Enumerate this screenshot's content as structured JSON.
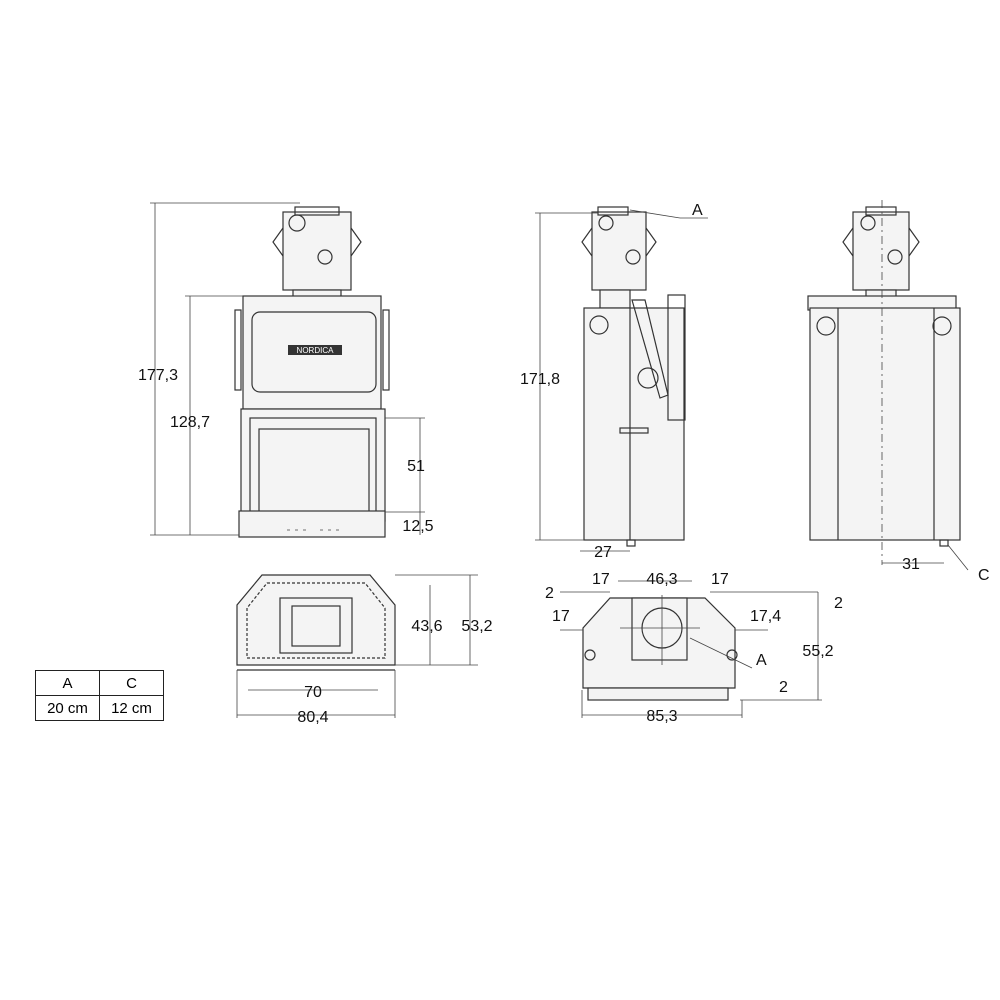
{
  "front_view": {
    "dims": {
      "total_height": "177,3",
      "body_height": "128,7",
      "door_height": "51",
      "base_height": "12,5"
    },
    "badge": "NORDICA"
  },
  "side_view": {
    "dims": {
      "total_height": "171,8",
      "offset": "27"
    },
    "callout": "A"
  },
  "back_view": {
    "dims": {
      "offset": "31"
    },
    "callout": "C"
  },
  "plan_front": {
    "dims": {
      "depth_inner": "43,6",
      "depth_total": "53,2",
      "width_inner": "70",
      "width_total": "80,4"
    }
  },
  "plan_top": {
    "dims": {
      "left_gap": "2",
      "top_left": "17",
      "center": "46,3",
      "top_right": "17",
      "right_gap": "2",
      "left_side": "17",
      "right_side": "17,4",
      "depth": "55,2",
      "bottom_gap": "2",
      "width": "85,3"
    },
    "callout": "A"
  },
  "legend_table": {
    "headers": [
      "A",
      "C"
    ],
    "values": [
      "20 cm",
      "12 cm"
    ]
  }
}
